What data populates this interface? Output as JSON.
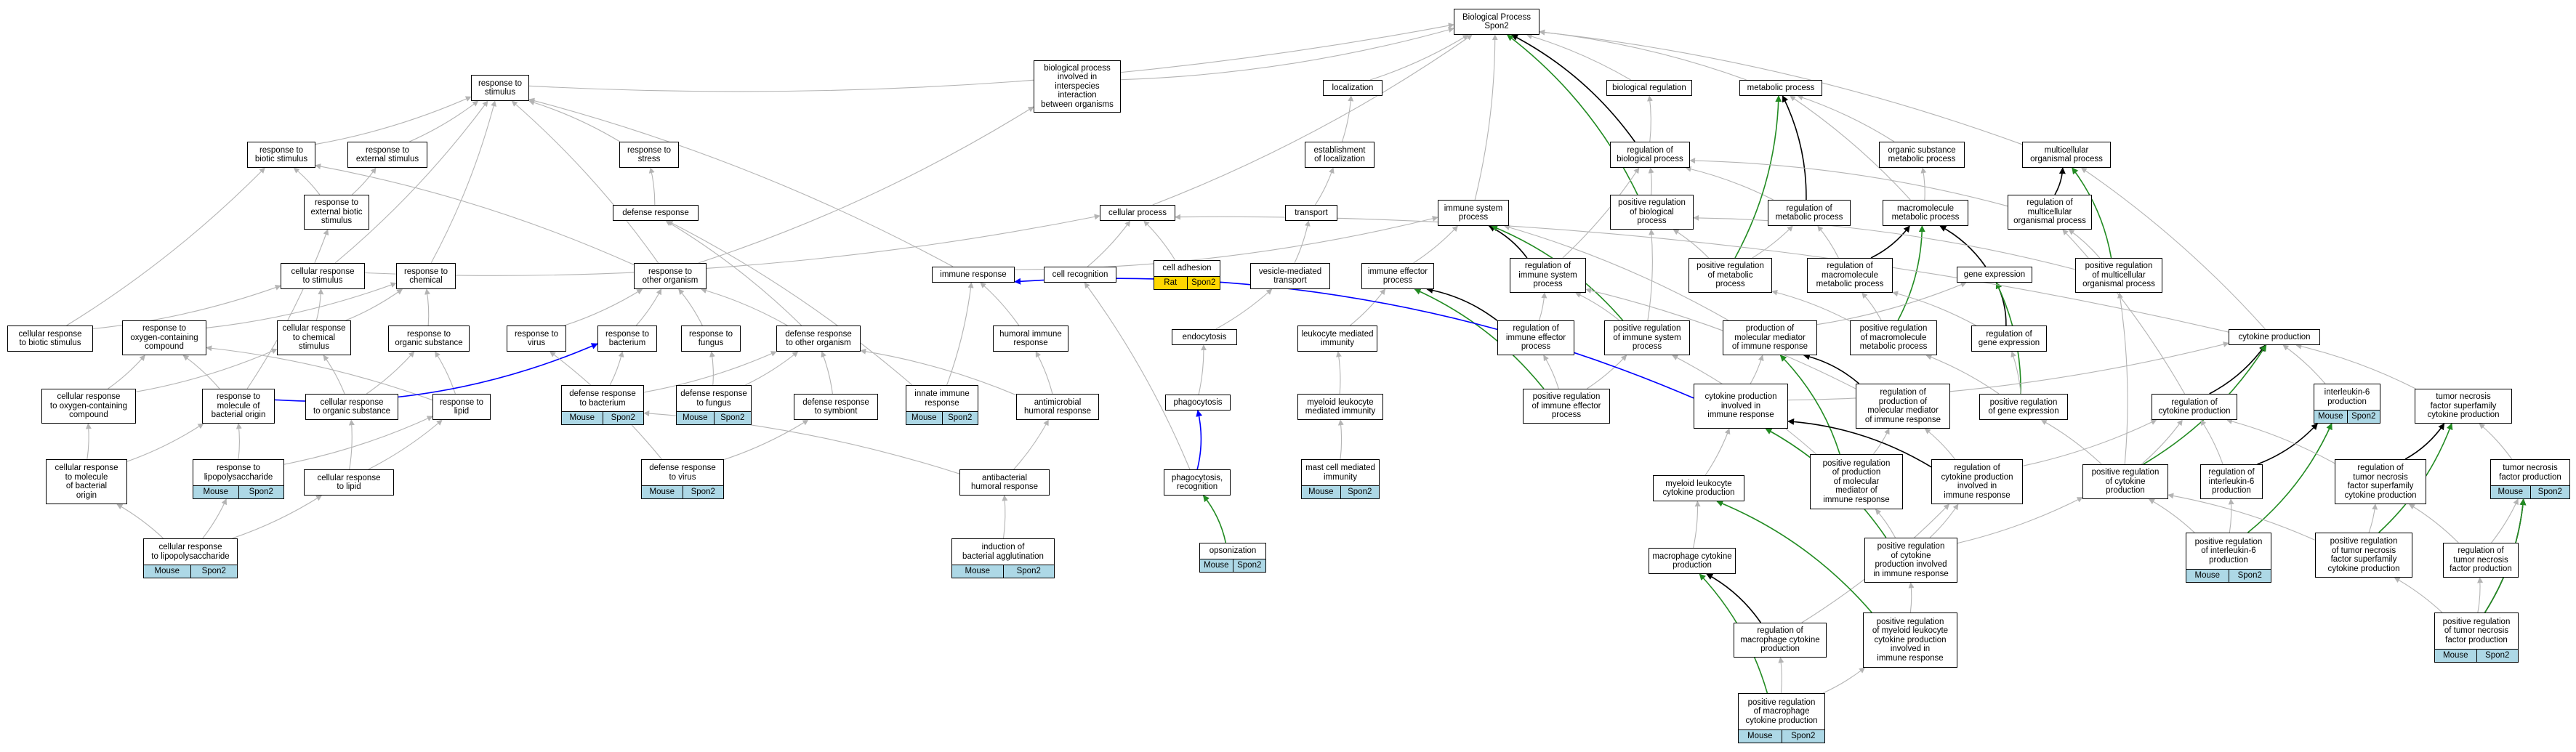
{
  "colors": {
    "gray": "#b4b4b4",
    "black": "#000000",
    "green": "#228b22",
    "blue": "#0000ff",
    "mouse_bg": "#add8e6",
    "rat_bg": "#ffd700"
  },
  "nodes": [
    {
      "id": "bp",
      "label": "Biological Process\nSpon2"
    },
    {
      "id": "rstim",
      "label": "response to\nstimulus"
    },
    {
      "id": "bpinter",
      "label": "biological process\ninvolved in\ninterspecies\ninteraction\nbetween organisms"
    },
    {
      "id": "loc",
      "label": "localization"
    },
    {
      "id": "bioreg",
      "label": "biological regulation"
    },
    {
      "id": "metab",
      "label": "metabolic process"
    },
    {
      "id": "rbiotic",
      "label": "response to\nbiotic stimulus"
    },
    {
      "id": "rextstim",
      "label": "response to\nexternal stimulus"
    },
    {
      "id": "rstress",
      "label": "response to\nstress"
    },
    {
      "id": "estloc",
      "label": "establishment\nof localization"
    },
    {
      "id": "regbp",
      "label": "regulation of\nbiological process"
    },
    {
      "id": "orgsub",
      "label": "organic substance\nmetabolic process"
    },
    {
      "id": "multi",
      "label": "multicellular\norganismal process"
    },
    {
      "id": "rextbiotic",
      "label": "response to\nexternal biotic\nstimulus"
    },
    {
      "id": "defresp",
      "label": "defense response"
    },
    {
      "id": "cellproc",
      "label": "cellular process"
    },
    {
      "id": "transport",
      "label": "transport"
    },
    {
      "id": "immsys",
      "label": "immune system\nprocess"
    },
    {
      "id": "posregbp",
      "label": "positive regulation\nof biological\nprocess"
    },
    {
      "id": "regmetab",
      "label": "regulation of\nmetabolic process"
    },
    {
      "id": "macromol",
      "label": "macromolecule\nmetabolic process"
    },
    {
      "id": "regmulti",
      "label": "regulation of\nmulticellular\norganismal process"
    },
    {
      "id": "cellrstim",
      "label": "cellular response\nto stimulus"
    },
    {
      "id": "rchem",
      "label": "response to\nchemical"
    },
    {
      "id": "rother",
      "label": "response to\nother organism"
    },
    {
      "id": "immresp",
      "label": "immune response"
    },
    {
      "id": "cellrecog",
      "label": "cell recognition"
    },
    {
      "id": "celladh",
      "label": "cell adhesion",
      "ann": [
        "Rat",
        "Spon2"
      ],
      "ann_style": "rat"
    },
    {
      "id": "vesicle",
      "label": "vesicle-mediated\ntransport"
    },
    {
      "id": "immeff",
      "label": "immune effector\nprocess"
    },
    {
      "id": "regimm",
      "label": "regulation of\nimmune system\nprocess"
    },
    {
      "id": "posregmetab",
      "label": "positive regulation\nof metabolic\nprocess"
    },
    {
      "id": "regmacro",
      "label": "regulation of\nmacromolecule\nmetabolic process"
    },
    {
      "id": "geneexp",
      "label": "gene expression"
    },
    {
      "id": "posregmulti",
      "label": "positive regulation\nof multicellular\norganismal process"
    },
    {
      "id": "cellrbiotic",
      "label": "cellular response\nto biotic stimulus"
    },
    {
      "id": "roxy",
      "label": "response to\noxygen-containing\ncompound"
    },
    {
      "id": "cellrchem",
      "label": "cellular response\nto chemical\nstimulus"
    },
    {
      "id": "rorgsub",
      "label": "response to\norganic substance"
    },
    {
      "id": "rvirus",
      "label": "response to\nvirus"
    },
    {
      "id": "rbact",
      "label": "response to\nbacterium"
    },
    {
      "id": "rfungus",
      "label": "response to\nfungus"
    },
    {
      "id": "defother",
      "label": "defense response\nto other organism"
    },
    {
      "id": "humoral",
      "label": "humoral immune\nresponse"
    },
    {
      "id": "endo",
      "label": "endocytosis"
    },
    {
      "id": "leuk",
      "label": "leukocyte mediated\nimmunity"
    },
    {
      "id": "regimmeff",
      "label": "regulation of\nimmune effector\nprocess"
    },
    {
      "id": "posregimm",
      "label": "positive regulation\nof immune system\nprocess"
    },
    {
      "id": "prodmolmed",
      "label": "production of\nmolecular mediator\nof immune response"
    },
    {
      "id": "posregmacro",
      "label": "positive regulation\nof macromolecule\nmetabolic process"
    },
    {
      "id": "reggeneexp",
      "label": "regulation of\ngene expression"
    },
    {
      "id": "cytoprod",
      "label": "cytokine production"
    },
    {
      "id": "cellroxy",
      "label": "cellular response\nto oxygen-containing\ncompound"
    },
    {
      "id": "rmolbact",
      "label": "response to\nmolecule of\nbacterial origin"
    },
    {
      "id": "cellrorg",
      "label": "cellular response\nto organic substance"
    },
    {
      "id": "rlipid",
      "label": "response to\nlipid"
    },
    {
      "id": "defbact",
      "label": "defense response\nto bacterium",
      "ann": [
        "Mouse",
        "Spon2"
      ]
    },
    {
      "id": "deffung",
      "label": "defense response\nto fungus",
      "ann": [
        "Mouse",
        "Spon2"
      ]
    },
    {
      "id": "defsymb",
      "label": "defense response\nto symbiont"
    },
    {
      "id": "innate",
      "label": "innate immune\nresponse",
      "ann": [
        "Mouse",
        "Spon2"
      ]
    },
    {
      "id": "antimicro",
      "label": "antimicrobial\nhumoral response"
    },
    {
      "id": "phago",
      "label": "phagocytosis"
    },
    {
      "id": "myeloid",
      "label": "myeloid leukocyte\nmediated immunity"
    },
    {
      "id": "posregimmeff",
      "label": "positive regulation\nof immune effector\nprocess"
    },
    {
      "id": "cytoinimm",
      "label": "cytokine production\ninvolved in\nimmune response"
    },
    {
      "id": "regprodmol",
      "label": "regulation of\nproduction of\nmolecular mediator\nof immune response"
    },
    {
      "id": "posreggeneexp",
      "label": "positive regulation\nof gene expression"
    },
    {
      "id": "regcyto",
      "label": "regulation of\ncytokine production"
    },
    {
      "id": "il6",
      "label": "interleukin-6\nproduction",
      "ann": [
        "Mouse",
        "Spon2"
      ]
    },
    {
      "id": "tnfsf",
      "label": "tumor necrosis\nfactor superfamily\ncytokine production"
    },
    {
      "id": "cellrmolbact",
      "label": "cellular response\nto molecule\nof bacterial\norigin"
    },
    {
      "id": "rlps",
      "label": "response to\nlipopolysaccharide",
      "ann": [
        "Mouse",
        "Spon2"
      ]
    },
    {
      "id": "cellrlipid",
      "label": "cellular response\nto lipid"
    },
    {
      "id": "defvirus",
      "label": "defense response\nto virus",
      "ann": [
        "Mouse",
        "Spon2"
      ]
    },
    {
      "id": "antibact",
      "label": "antibacterial\nhumoral response"
    },
    {
      "id": "phagorecog",
      "label": "phagocytosis,\nrecognition"
    },
    {
      "id": "mast",
      "label": "mast cell mediated\nimmunity",
      "ann": [
        "Mouse",
        "Spon2"
      ]
    },
    {
      "id": "myelcyto",
      "label": "myeloid leukocyte\ncytokine production"
    },
    {
      "id": "posregprodmol",
      "label": "positive regulation\nof production\nof molecular\nmediator of\nimmune response"
    },
    {
      "id": "regcytoimm",
      "label": "regulation of\ncytokine production\ninvolved in\nimmune response"
    },
    {
      "id": "posregcyto",
      "label": "positive regulation\nof cytokine\nproduction"
    },
    {
      "id": "regil6",
      "label": "regulation of\ninterleukin-6\nproduction"
    },
    {
      "id": "regtnfsf",
      "label": "regulation of\ntumor necrosis\nfactor superfamily\ncytokine production"
    },
    {
      "id": "tnf",
      "label": "tumor necrosis\nfactor production",
      "ann": [
        "Mouse",
        "Spon2"
      ]
    },
    {
      "id": "celllps",
      "label": "cellular response\nto lipopolysaccharide",
      "ann": [
        "Mouse",
        "Spon2"
      ]
    },
    {
      "id": "baggl",
      "label": "induction of\nbacterial agglutination",
      "ann": [
        "Mouse",
        "Spon2"
      ]
    },
    {
      "id": "opson",
      "label": "opsonization",
      "ann": [
        "Mouse",
        "Spon2"
      ]
    },
    {
      "id": "maccyto",
      "label": "macrophage cytokine\nproduction"
    },
    {
      "id": "posregcytoimm",
      "label": "positive regulation\nof cytokine\nproduction involved\nin immune response"
    },
    {
      "id": "posregil6",
      "label": "positive regulation\nof interleukin-6\nproduction",
      "ann": [
        "Mouse",
        "Spon2"
      ]
    },
    {
      "id": "posregtnfsf",
      "label": "positive regulation\nof tumor necrosis\nfactor superfamily\ncytokine production"
    },
    {
      "id": "regtnf",
      "label": "regulation of\ntumor necrosis\nfactor production"
    },
    {
      "id": "regmaccyto",
      "label": "regulation of\nmacrophage cytokine\nproduction"
    },
    {
      "id": "posregmyel",
      "label": "positive regulation\nof myeloid leukocyte\ncytokine production\ninvolved in\nimmune response"
    },
    {
      "id": "posregtnf",
      "label": "positive regulation\nof tumor necrosis\nfactor production",
      "ann": [
        "Mouse",
        "Spon2"
      ]
    },
    {
      "id": "posregmac",
      "label": "positive regulation\nof macrophage\ncytokine production",
      "ann": [
        "Mouse",
        "Spon2"
      ]
    }
  ]
}
